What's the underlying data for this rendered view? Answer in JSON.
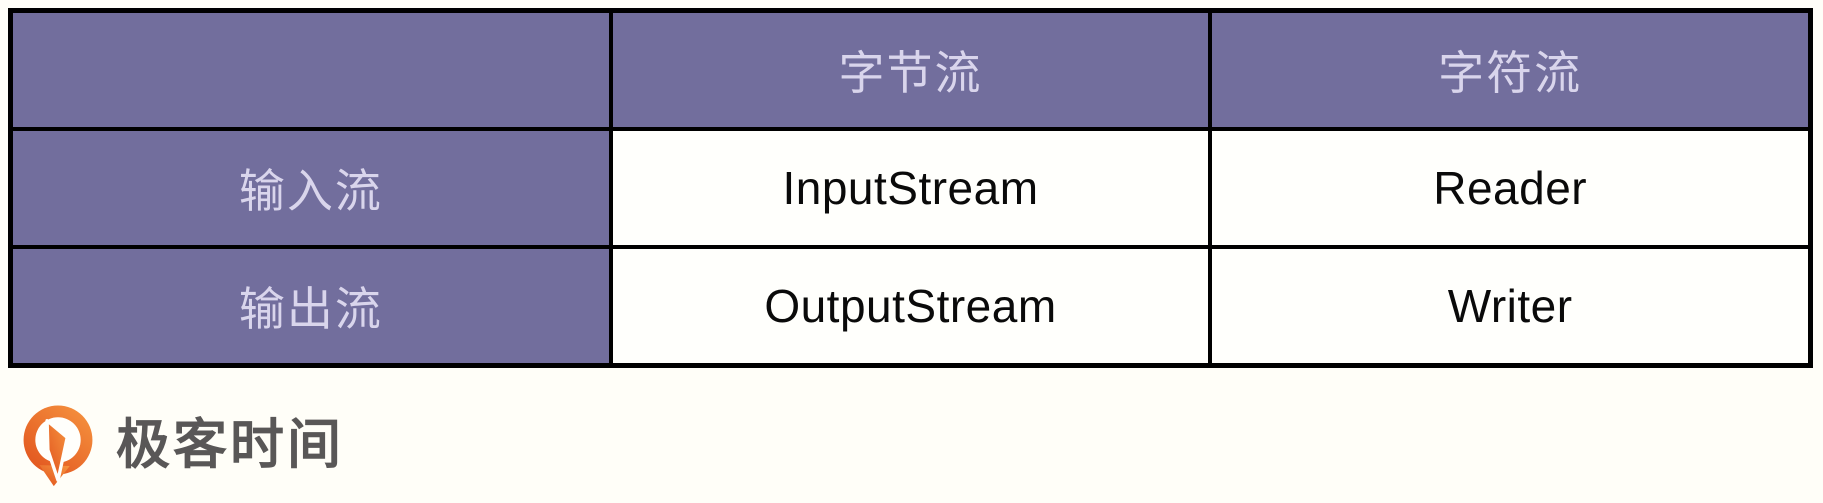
{
  "table": {
    "header": {
      "col0": "",
      "col1": "字节流",
      "col2": "字符流"
    },
    "rows": [
      {
        "label": "输入流",
        "cells": [
          "InputStream",
          "Reader"
        ]
      },
      {
        "label": "输出流",
        "cells": [
          "OutputStream",
          "Writer"
        ]
      }
    ]
  },
  "logo": {
    "name": "极客时间",
    "icon": "geektime-pin-icon"
  },
  "colors": {
    "header_bg": "#726E9D",
    "header_text": "#D9D5EC",
    "cell_bg": "#FFFFFC",
    "cell_text": "#0A0A0A",
    "border": "#000000",
    "page_bg": "#FFFEF8",
    "logo_orange_dark": "#E0501C",
    "logo_orange_light": "#F5913E",
    "logo_text": "#595757"
  }
}
